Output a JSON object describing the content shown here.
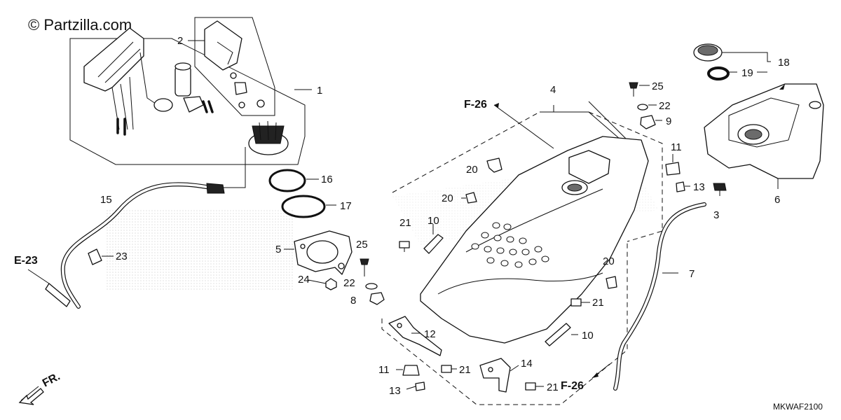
{
  "watermark": "© Partzilla.com",
  "diagram_code": "MKWAF2100",
  "direction_label": "FR.",
  "ref_codes": {
    "e23": "E-23",
    "f26_top": "F-26",
    "f26_bottom": "F-26"
  },
  "callouts": {
    "c1": "1",
    "c2": "2",
    "c3": "3",
    "c4": "4",
    "c5": "5",
    "c6": "6",
    "c7": "7",
    "c8": "8",
    "c9": "9",
    "c10a": "10",
    "c10b": "10",
    "c11a": "11",
    "c11b": "11",
    "c12": "12",
    "c13a": "13",
    "c13b": "13",
    "c14": "14",
    "c15": "15",
    "c16": "16",
    "c17": "17",
    "c18": "18",
    "c19": "19",
    "c20a": "20",
    "c20b": "20",
    "c20c": "20",
    "c21a": "21",
    "c21b": "21",
    "c21c": "21",
    "c21d": "21",
    "c22a": "22",
    "c22b": "22",
    "c23": "23",
    "c24": "24",
    "c25a": "25",
    "c25b": "25"
  }
}
